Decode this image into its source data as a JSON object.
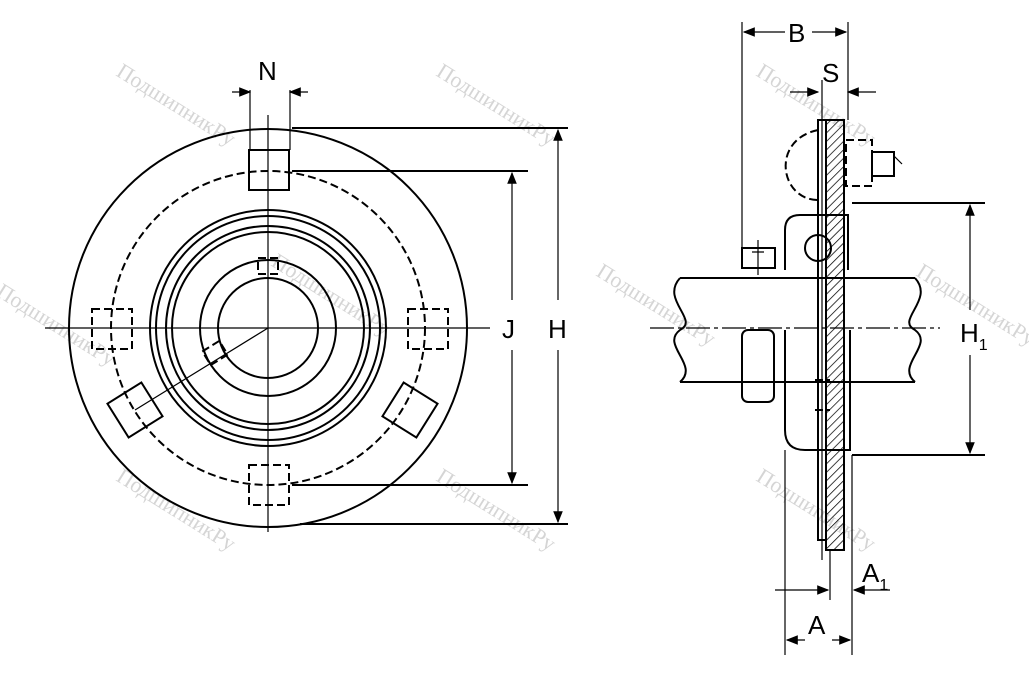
{
  "watermark": "ПодшипникРу",
  "labels": {
    "N": "N",
    "J": "J",
    "H": "H",
    "B": "B",
    "S": "S",
    "H1_main": "H",
    "H1_sub": "1",
    "A1_main": "A",
    "A1_sub": "1",
    "A": "A"
  }
}
